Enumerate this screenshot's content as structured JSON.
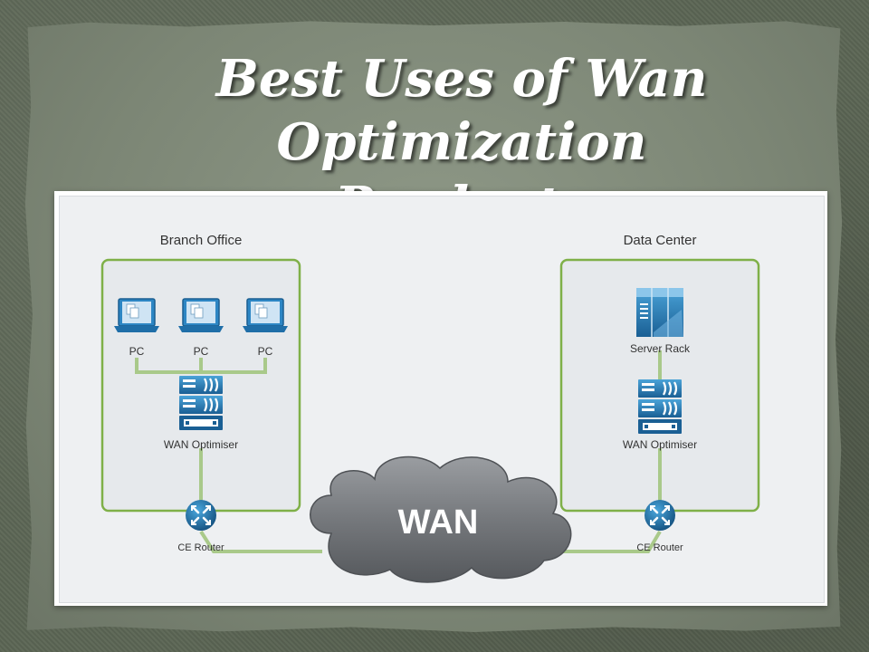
{
  "slide": {
    "title_line1": "Best Uses of Wan Optimization",
    "title_line2": "Products"
  },
  "diagram": {
    "branch": {
      "label": "Branch Office",
      "pcs": [
        "PC",
        "PC",
        "PC"
      ],
      "optimiser": "WAN Optimiser",
      "router": "CE Router"
    },
    "datacenter": {
      "label": "Data Center",
      "server": "Server Rack",
      "optimiser": "WAN Optimiser",
      "router": "CE Router"
    },
    "wan_label": "WAN"
  },
  "colors": {
    "box_border": "#7fb048",
    "link": "#a9c98a",
    "device_blue": "#1c6fa8",
    "cloud": "#6b6e72"
  }
}
